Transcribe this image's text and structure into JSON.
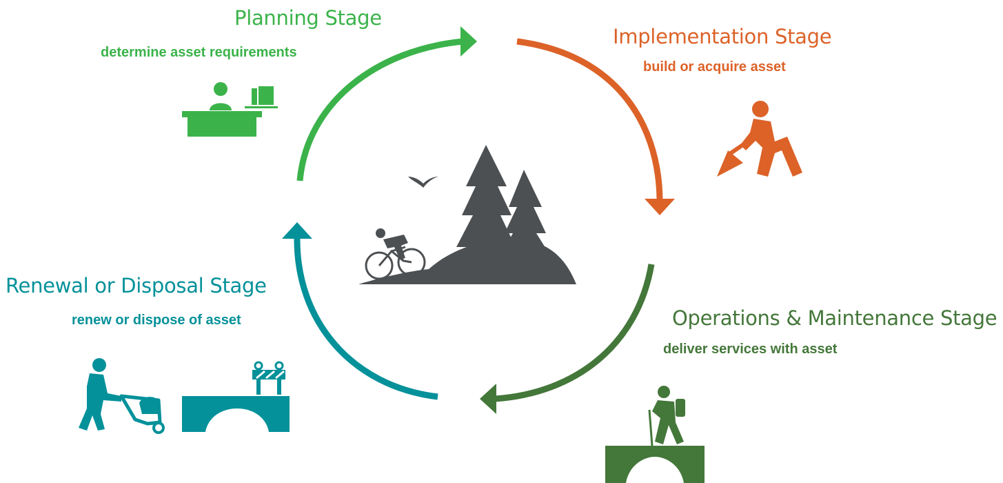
{
  "colors": {
    "planning": "#3bb34a",
    "implementation": "#dc6228",
    "operations": "#44773a",
    "renewal": "#04919a",
    "center": "#4d5053"
  },
  "stages": {
    "planning": {
      "title": "Planning Stage",
      "subtitle": "determine asset requirements",
      "icon": "office-worker-desk-icon"
    },
    "implementation": {
      "title": "Implementation Stage",
      "subtitle": "build or acquire asset",
      "icon": "worker-shoveling-icon"
    },
    "operations": {
      "title": "Operations & Maintenance Stage",
      "subtitle": "deliver services with asset",
      "icon": "hiker-on-bridge-icon"
    },
    "renewal": {
      "title": "Renewal or Disposal Stage",
      "subtitle": "renew or dispose of asset",
      "icon": "worker-wheelbarrow-and-closed-bridge-icon"
    }
  },
  "center": {
    "icon": "cyclist-trees-hill-icon"
  }
}
